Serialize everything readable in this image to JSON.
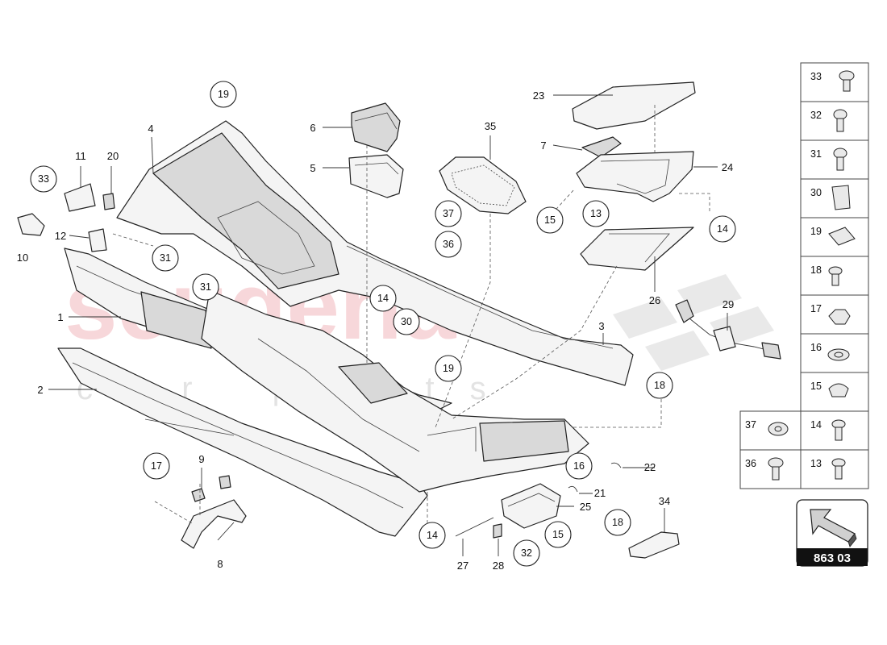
{
  "watermark": {
    "text": "scuderia",
    "subtext": "car parts"
  },
  "callouts": {
    "c19a": "19",
    "c33": "33",
    "c31a": "31",
    "c31b": "31",
    "c14a": "14",
    "c30": "30",
    "c37": "37",
    "c36": "36",
    "c15a": "15",
    "c13": "13",
    "c14b": "14",
    "c19b": "19",
    "c18a": "18",
    "c17": "17",
    "c16": "16",
    "c14c": "14",
    "c32": "32",
    "c15b": "15",
    "c18b": "18"
  },
  "labels": {
    "l4": "4",
    "l11": "11",
    "l20": "20",
    "l12": "12",
    "l10": "10",
    "l1": "1",
    "l2": "2",
    "l6": "6",
    "l5": "5",
    "l35": "35",
    "l23": "23",
    "l7": "7",
    "l24": "24",
    "l26": "26",
    "l29": "29",
    "l3": "3",
    "l9": "9",
    "l8": "8",
    "l22": "22",
    "l21": "21",
    "l25": "25",
    "l34": "34",
    "l27": "27",
    "l28": "28"
  },
  "fastener_table": {
    "right_column": [
      "33",
      "32",
      "31",
      "30",
      "19",
      "18",
      "17",
      "16",
      "15",
      "14",
      "13"
    ],
    "left_column": [
      "37",
      "36"
    ]
  },
  "reference": {
    "number": "863 03"
  },
  "icons": {
    "reference_arrow": "arrow-up-left-icon"
  }
}
